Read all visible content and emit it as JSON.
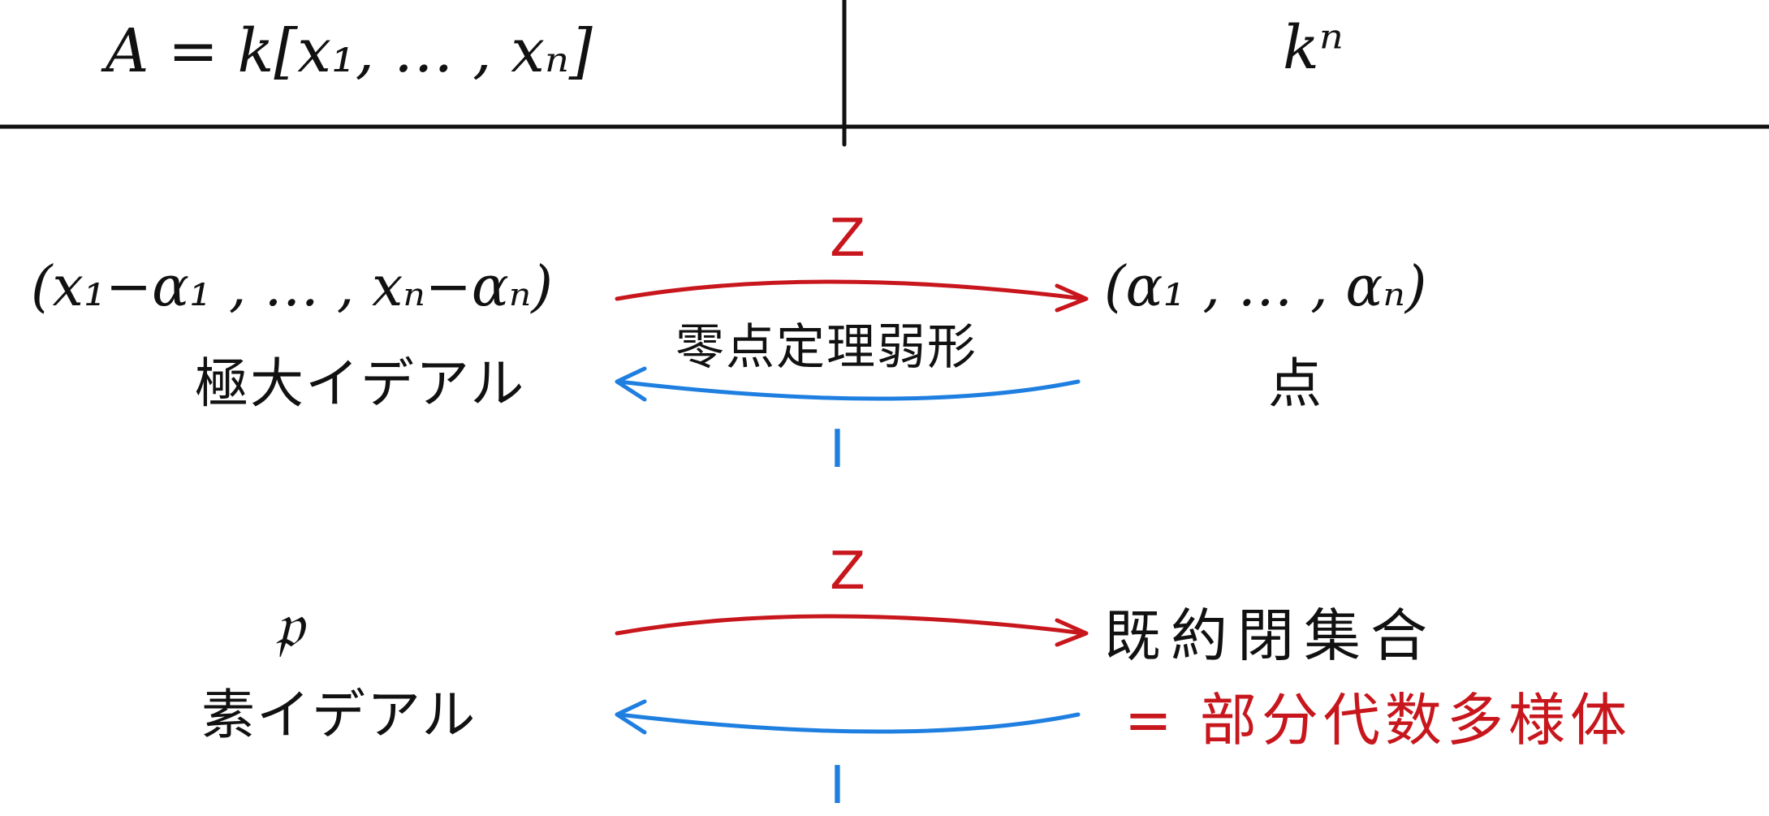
{
  "colors": {
    "ink": "#111111",
    "zeros": "#c8161d",
    "ideal": "#1f7fe0",
    "note": "#c8161d"
  },
  "header": {
    "left": "A = k[x₁, … , xₙ]",
    "right": "kⁿ"
  },
  "rows": [
    {
      "left_expr": "(x₁−α₁ , … , xₙ−αₙ)",
      "left_name": "極大イデアル",
      "right_expr": "(α₁ , … , αₙ)",
      "right_name": "点",
      "arrow_top_label": "Z",
      "arrow_bottom_label": "I",
      "middle_note": "零点定理弱形"
    },
    {
      "left_expr": "𝔭",
      "left_name": "素イデアル",
      "right_expr": "既約閉集合",
      "right_note": "= 部分代数多様体",
      "arrow_top_label": "Z",
      "arrow_bottom_label": "I"
    }
  ]
}
